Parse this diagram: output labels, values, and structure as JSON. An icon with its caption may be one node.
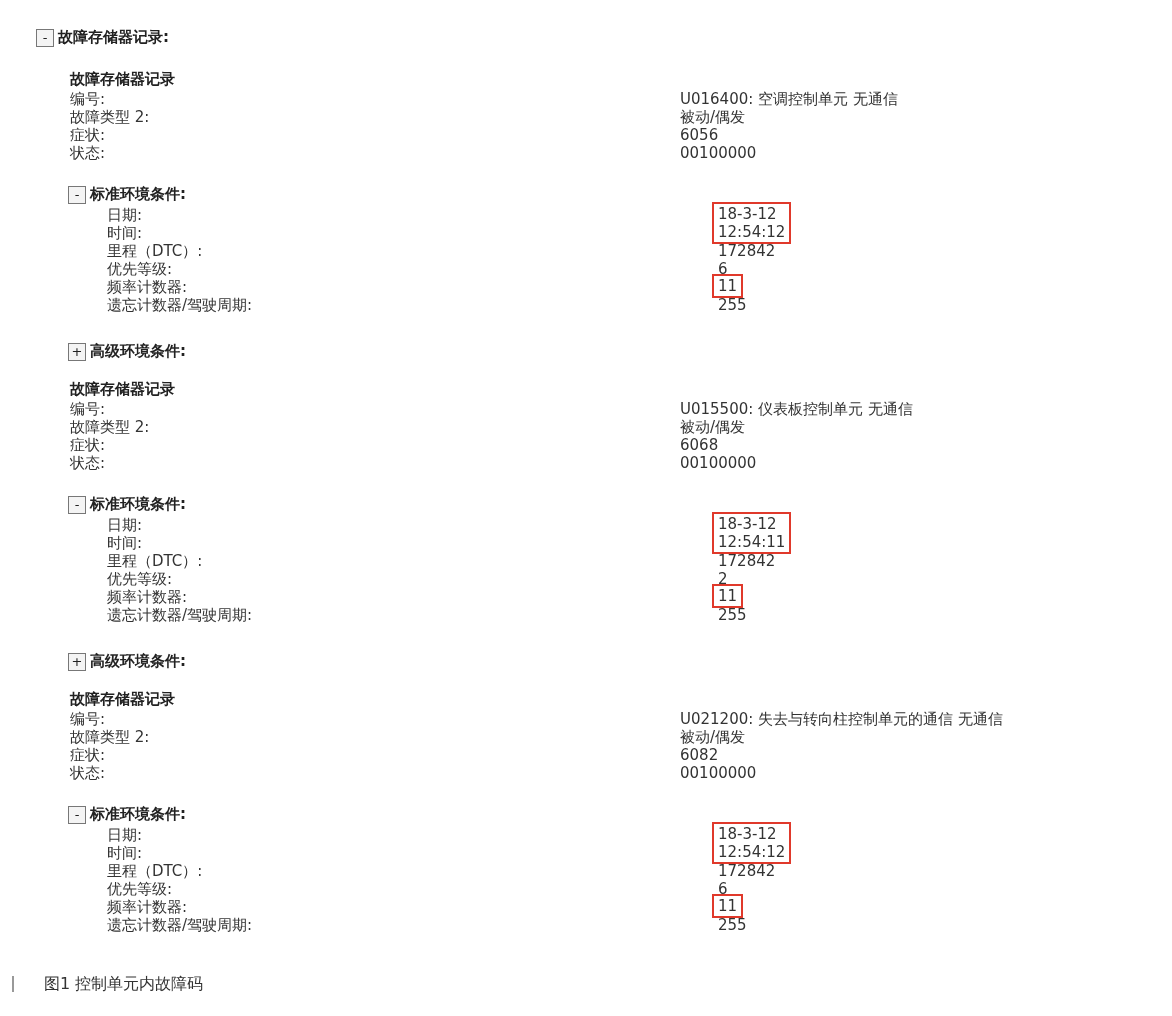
{
  "diagram": {
    "caption": "图1 控制单元内故障码",
    "nodes": [
      {
        "text": [
          "-",
          "故障存储器记录:"
        ]
      },
      {
        "text": [
          "-",
          "标准环境条件:"
        ]
      },
      {
        "text": [
          "18-3-12",
          "12:54:12"
        ]
      },
      {
        "text": [
          "11"
        ]
      },
      {
        "text": [
          "+",
          "高级环境条件:"
        ]
      },
      {
        "text": [
          "-",
          "标准环境条件:"
        ]
      },
      {
        "text": [
          "18-3-12",
          "12:54:11"
        ]
      },
      {
        "text": [
          "11"
        ]
      },
      {
        "text": [
          "+",
          "高级环境条件:"
        ]
      },
      {
        "text": [
          "-",
          "标准环境条件:"
        ]
      },
      {
        "text": [
          "18-3-12",
          "12:54:12"
        ]
      },
      {
        "text": [
          "11"
        ]
      }
    ],
    "labels": [
      "故障存储器记录",
      "编号:",
      "U016400:  空调控制单元 无通信",
      "故障类型 2:",
      "被动/偶发",
      "症状:",
      "6056",
      "状态:",
      "00100000",
      "日期:",
      "时间:",
      "里程（DTC）:",
      "172842",
      "优先等级:",
      "6",
      "频率计数器:",
      "遗忘计数器/驾驶周期:",
      "255",
      "故障存储器记录",
      "编号:",
      "U015500:  仪表板控制单元 无通信",
      "故障类型 2:",
      "被动/偶发",
      "症状:",
      "6068",
      "状态:",
      "00100000",
      "日期:",
      "时间:",
      "里程（DTC）:",
      "172842",
      "优先等级:",
      "2",
      "频率计数器:",
      "遗忘计数器/驾驶周期:",
      "255",
      "故障存储器记录",
      "编号:",
      "U021200:  失去与转向柱控制单元的通信 无通信",
      "故障类型 2:",
      "被动/偶发",
      "症状:",
      "6082",
      "状态:",
      "00100000",
      "日期:",
      "时间:",
      "里程（DTC）:",
      "172842",
      "优先等级:",
      "6",
      "频率计数器:",
      "遗忘计数器/驾驶周期:",
      "255"
    ]
  }
}
